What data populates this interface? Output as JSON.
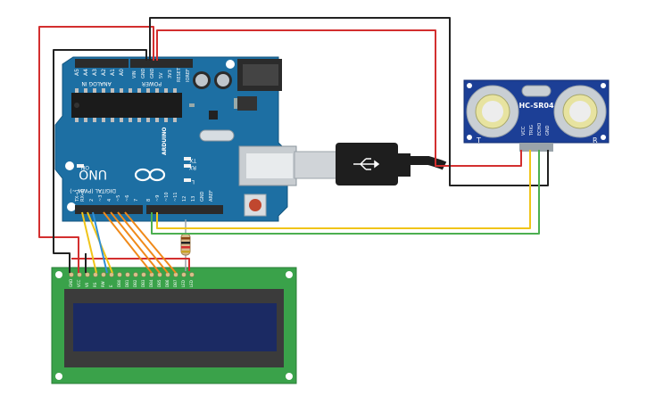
{
  "arduino": {
    "brand": "ARDUINO",
    "model": "UNO",
    "analog_header": "ANALOG IN",
    "analog_pins": [
      "A5",
      "A4",
      "A3",
      "A2",
      "A1",
      "A0"
    ],
    "power_header": "POWER",
    "power_pins": [
      "VIN",
      "GND",
      "GND",
      "5V",
      "3V3",
      "RESET",
      "IOREF"
    ],
    "led_on": "ON",
    "led_tx": "TX",
    "led_rx": "RX",
    "led_l": "L",
    "digital_header": "DIGITAL (PWM ~)",
    "digital_pins": [
      "TX→1",
      "RX←0",
      "2",
      "~3",
      "4",
      "~5",
      "~6",
      "7",
      "8",
      "~9",
      "~10",
      "~11",
      "12",
      "13",
      "GND",
      "AREF"
    ]
  },
  "sensor": {
    "model": "HC-SR04",
    "left_label": "T",
    "right_label": "R",
    "pins": [
      "VCC",
      "TRIG",
      "ECHO",
      "GND"
    ]
  },
  "lcd": {
    "pins": [
      "GND",
      "VCC",
      "V0",
      "RS",
      "RW",
      "E",
      "DB0",
      "DB1",
      "DB2",
      "DB3",
      "DB4",
      "DB5",
      "DB6",
      "DB7",
      "LED",
      "LED"
    ]
  },
  "colors": {
    "arduino_board": "#1d6fa3",
    "sensor_board": "#1c3f96",
    "lcd_board": "#3aa24a",
    "lcd_screen": "#1b2a63",
    "wire_red": "#d32f2f",
    "wire_black": "#222222",
    "wire_yellow": "#f0c419",
    "wire_green": "#4caf50",
    "wire_orange": "#f08a1a",
    "wire_blue": "#2f8fd6"
  }
}
